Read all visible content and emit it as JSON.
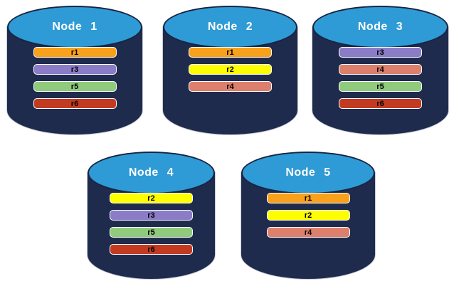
{
  "palette": {
    "background": "#FFFFFF",
    "cylinder_body": "#1F2B4D",
    "cylinder_top": "#2E9BD6",
    "cylinder_outline": "#182441",
    "title_text": "#FFFFFF",
    "bar_border": "#FFFFFF",
    "bar_text": "#000000"
  },
  "replica_colors": {
    "r1": "#F9A11B",
    "r2": "#FEFE00",
    "r3": "#8B7CC7",
    "r4": "#DC7F6D",
    "r5": "#8FCA7D",
    "r6": "#C23B21"
  },
  "nodes": [
    {
      "title": "Node 1",
      "replicas": [
        "r1",
        "r3",
        "r5",
        "r6"
      ]
    },
    {
      "title": "Node 2",
      "replicas": [
        "r1",
        "r2",
        "r4"
      ]
    },
    {
      "title": "Node 3",
      "replicas": [
        "r3",
        "r4",
        "r5",
        "r6"
      ]
    },
    {
      "title": "Node 4",
      "replicas": [
        "r2",
        "r3",
        "r5",
        "r6"
      ]
    },
    {
      "title": "Node 5",
      "replicas": [
        "r1",
        "r2",
        "r4"
      ]
    }
  ]
}
